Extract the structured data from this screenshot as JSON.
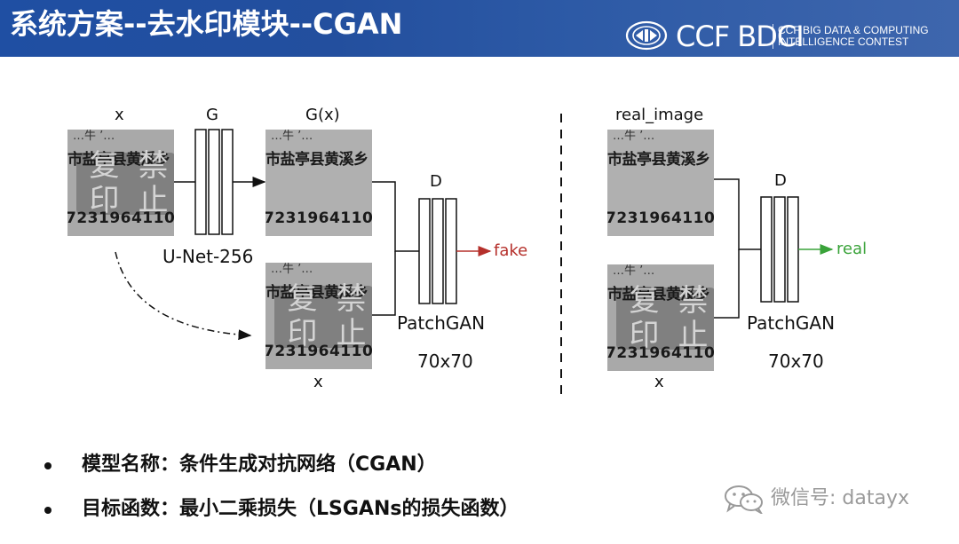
{
  "header": {
    "title": "系统方案--去水印模块--CGAN",
    "logo_brand": "CCF BDCI",
    "logo_sub_line1": "CCF BIG DATA & COMPUTING",
    "logo_sub_line2": "INTELLIGENCE CONTEST"
  },
  "diagram": {
    "left": {
      "input_label": "x",
      "generator_label": "G",
      "generator_caption": "U-Net-256",
      "generated_label": "G(x)",
      "condition_label": "x",
      "discriminator_label": "D",
      "discriminator_caption": "PatchGAN",
      "patch_size": "70x70",
      "output_label": "fake"
    },
    "right": {
      "real_label": "real_image",
      "condition_label": "x",
      "discriminator_label": "D",
      "discriminator_caption": "PatchGAN",
      "patch_size": "70x70",
      "output_label": "real"
    },
    "image_text": {
      "top_line": "市盐亭县黄溪乡",
      "bottom_line": "7231964110",
      "head_line": "…牛 ’…",
      "stamp": [
        "复",
        "禁",
        "印",
        "止"
      ]
    },
    "colors": {
      "fake": "#b5302b",
      "real": "#3aa33a",
      "header": "#234f9e"
    }
  },
  "bullets": [
    "模型名称：条件生成对抗网络（CGAN）",
    "目标函数：最小二乘损失（LSGANs的损失函数）"
  ],
  "watermark": {
    "text": "微信号: datayx",
    "icon": "wechat-icon"
  }
}
